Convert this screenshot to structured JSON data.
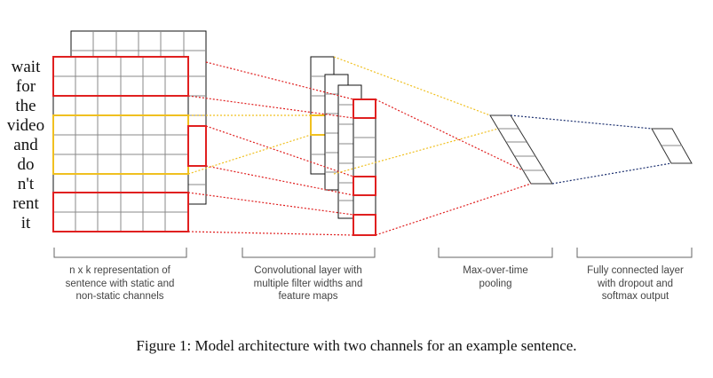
{
  "sentence": [
    "wait",
    "for",
    "the",
    "video",
    "and",
    "do",
    "n't",
    "rent",
    "it"
  ],
  "captions": {
    "representation": [
      "n x k representation of",
      "sentence with static and",
      "non-static channels"
    ],
    "convolution": [
      "Convolutional layer with",
      "multiple filter widths and",
      "feature maps"
    ],
    "pooling": [
      "Max-over-time",
      "pooling"
    ],
    "output": [
      "Fully connected layer",
      "with dropout and",
      "softmax output"
    ]
  },
  "figure_caption": "Figure 1: Model architecture with two channels for an example sentence.",
  "colors": {
    "grid": "#888888",
    "outline": "#111111",
    "red": "#e02020",
    "yellow": "#f0c020",
    "blue": "#1a2e6e"
  }
}
